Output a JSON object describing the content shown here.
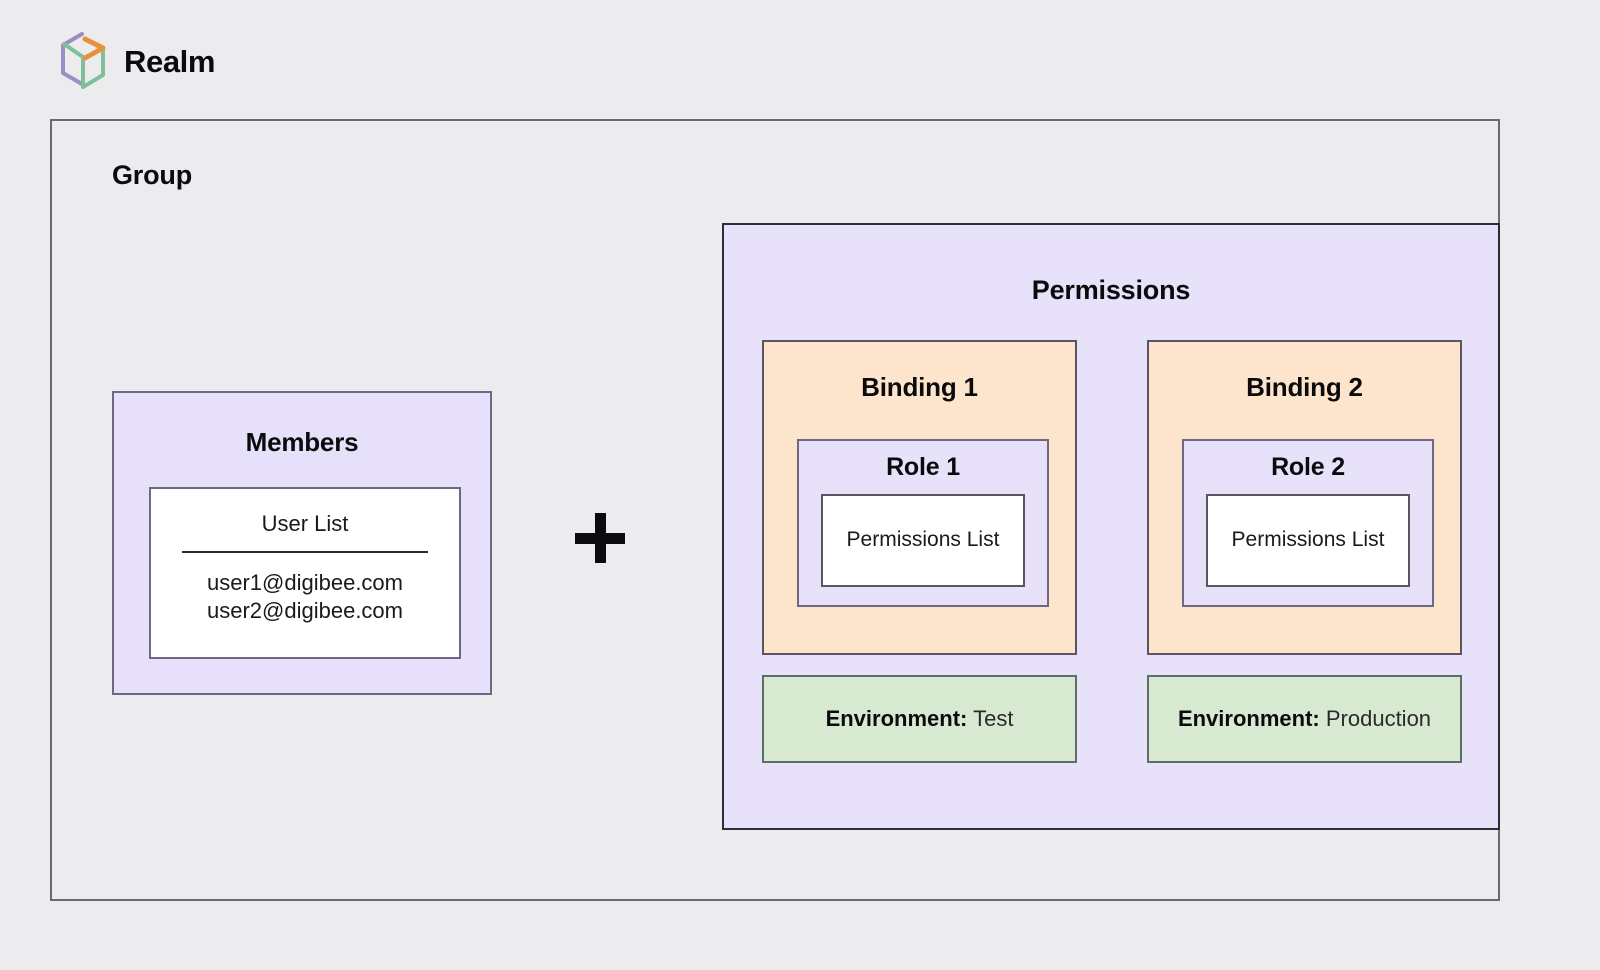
{
  "brand": {
    "name": "Realm",
    "logo_icon": "cube-arrow-logo-icon",
    "logo_colors": {
      "left": "#9B8EC4",
      "right": "#7EC09A",
      "arrow": "#E8913A"
    }
  },
  "group": {
    "title": "Group"
  },
  "members": {
    "title": "Members",
    "user_list": {
      "title": "User List",
      "entries": [
        "user1@digibee.com",
        "user2@digibee.com"
      ]
    }
  },
  "operator": {
    "symbol": "+",
    "icon": "plus-icon"
  },
  "permissions": {
    "title": "Permissions",
    "bindings": [
      {
        "title": "Binding 1",
        "role": {
          "title": "Role 1",
          "permissions_list_label": "Permissions List"
        },
        "environment": {
          "label": "Environment:",
          "value": "Test"
        }
      },
      {
        "title": "Binding 2",
        "role": {
          "title": "Role 2",
          "permissions_list_label": "Permissions List"
        },
        "environment": {
          "label": "Environment:",
          "value": "Production"
        }
      }
    ]
  },
  "colors": {
    "page_background": "#ECECEE",
    "panel_purple": "#E7E1FA",
    "binding_peach": "#FCE4CD",
    "environment_green": "#D8E9D2",
    "card_white": "#FFFFFF",
    "border_gray": "#666B72"
  }
}
